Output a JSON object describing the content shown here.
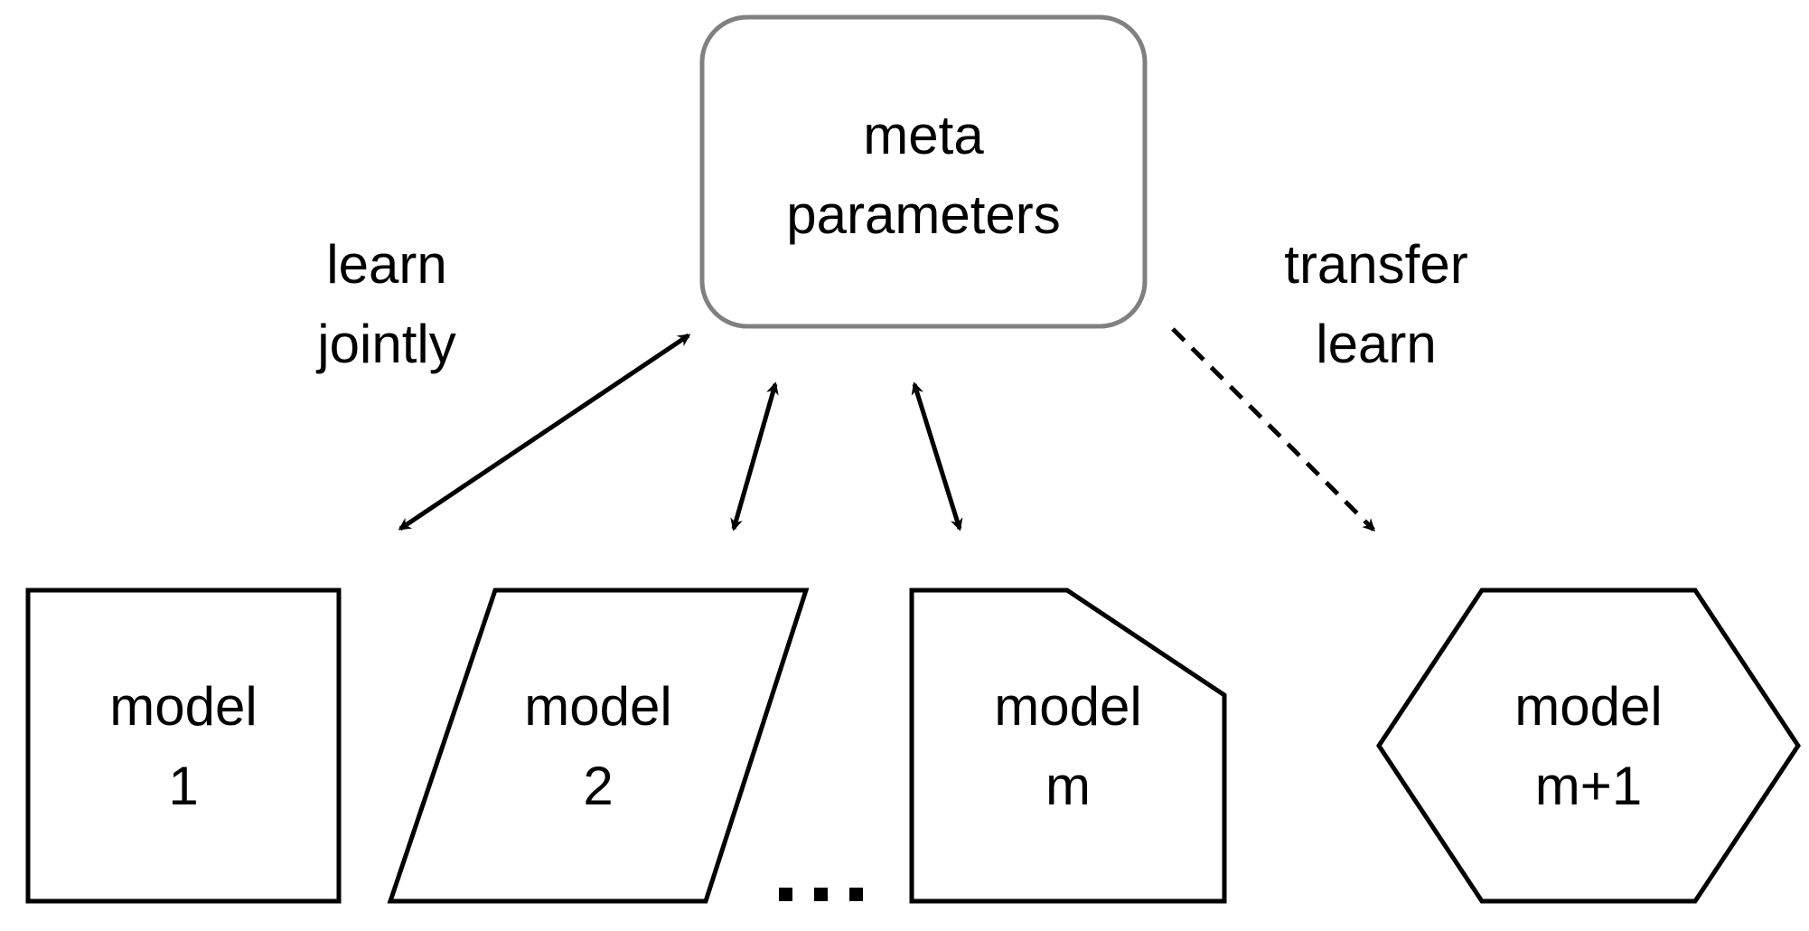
{
  "nodes": {
    "meta": {
      "line1": "meta",
      "line2": "parameters"
    },
    "model_1": {
      "line1": "model",
      "line2": "1"
    },
    "model_2": {
      "line1": "model",
      "line2": "2"
    },
    "model_m": {
      "line1": "model",
      "line2": "m"
    },
    "model_m1": {
      "line1": "model",
      "line2": "m+1"
    }
  },
  "edges": {
    "learn_jointly": {
      "line1": "learn",
      "line2": "jointly"
    },
    "transfer_learn": {
      "line1": "transfer",
      "line2": "learn"
    }
  },
  "colors": {
    "meta_border": "#808080",
    "stroke": "#000000"
  }
}
